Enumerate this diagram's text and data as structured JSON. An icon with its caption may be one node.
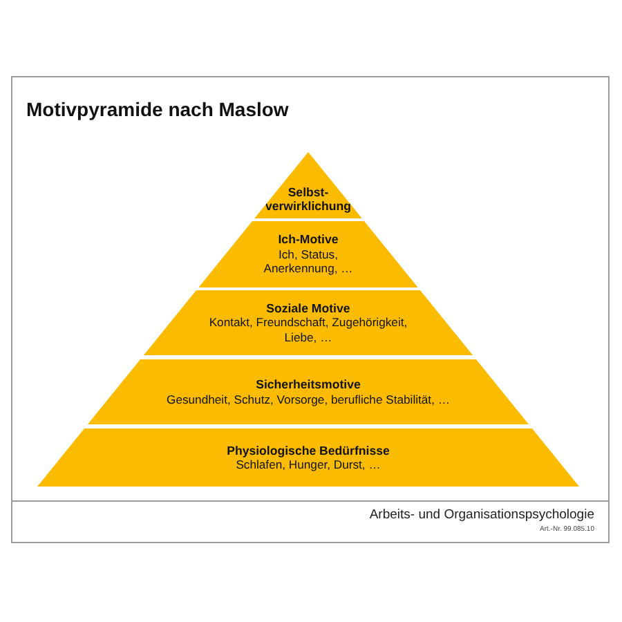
{
  "diagram": {
    "title": "Motivpyramide nach Maslow",
    "nodes": [
      {
        "text": [
          "Selbst- verwirklichung"
        ]
      },
      {
        "text": [
          "Ich-Motive",
          "Ich, Status, Anerkennung, …"
        ]
      },
      {
        "text": [
          "Soziale Motive",
          "Kontakt, Freundschaft, Zugehörigkeit, Liebe, …"
        ]
      },
      {
        "text": [
          "Sicherheitsmotive",
          "Gesundheit, Schutz, Vorsorge, berufliche Stabilität, …"
        ]
      },
      {
        "text": [
          "Physiologische Bedürfnisse",
          "Schlafen, Hunger, Durst, …"
        ]
      }
    ],
    "labels": [
      "Arbeits- und Organisationspsychologie",
      "Art.-Nr. 99.085.10"
    ]
  }
}
